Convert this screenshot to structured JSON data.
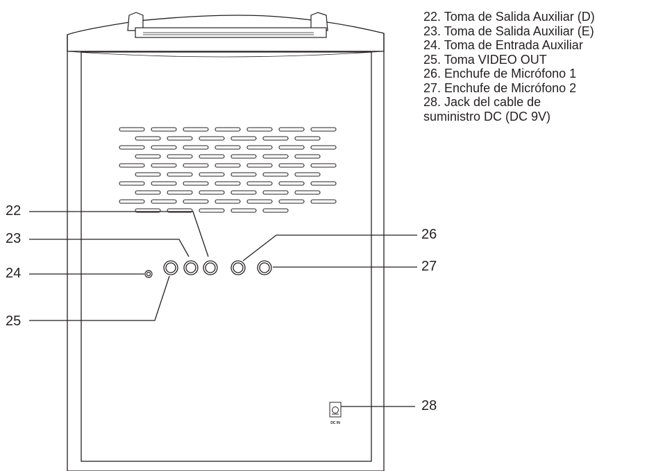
{
  "legend": {
    "items": [
      "22. Toma de Salida Auxiliar (D)",
      "23. Toma de Salida Auxiliar (E)",
      "24. Toma de Entrada Auxiliar",
      "25. Toma VIDEO OUT",
      "26. Enchufe de Micrófono 1",
      "27. Enchufe de Micrófono 2",
      "28. Jack del cable de suministro DC (DC 9V)"
    ]
  },
  "callouts": {
    "c22": "22",
    "c23": "23",
    "c24": "24",
    "c25": "25",
    "c26": "26",
    "c27": "27",
    "c28": "28"
  },
  "device": {
    "dc_jack_label": "DC IN"
  }
}
